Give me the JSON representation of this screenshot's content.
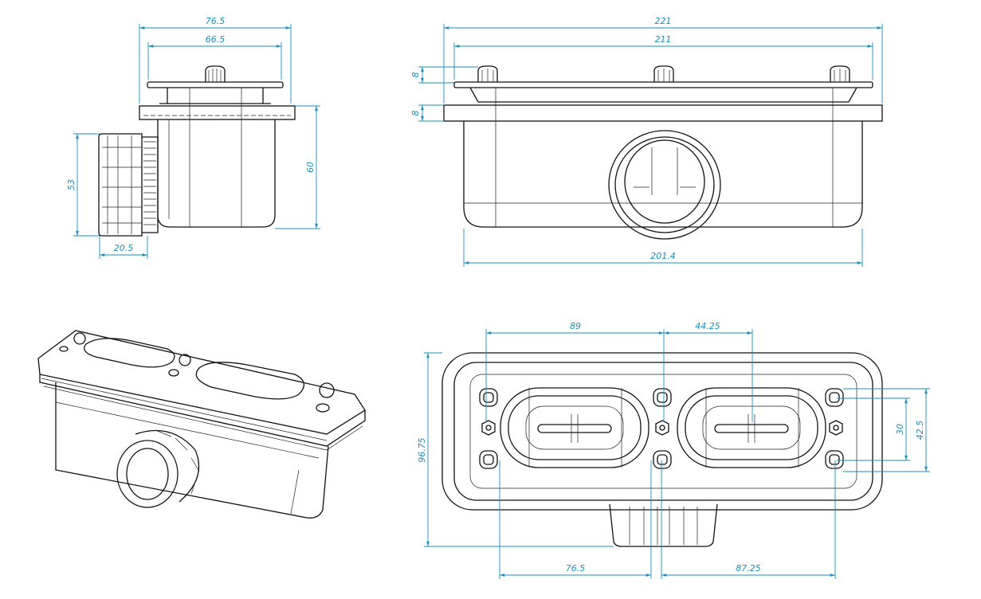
{
  "colors": {
    "dimension": "#1a8fc0",
    "outline": "#111111"
  },
  "views": {
    "side": {
      "width_total": "76.5",
      "width_lid": "66.5",
      "outlet_height": "53",
      "body_height": "60",
      "outlet_offset": "20.5"
    },
    "front": {
      "flange_width": "221",
      "lid_width": "211",
      "lid_height": "8",
      "flange_height": "8",
      "body_width": "201.4"
    },
    "top": {
      "port_spacing": "89",
      "center_to_outlet": "44.25",
      "overall_depth": "96.75",
      "bolt_spacing": "30",
      "bolt_outer": "42.5",
      "left_offset": "76.5",
      "right_offset": "87.25"
    }
  }
}
